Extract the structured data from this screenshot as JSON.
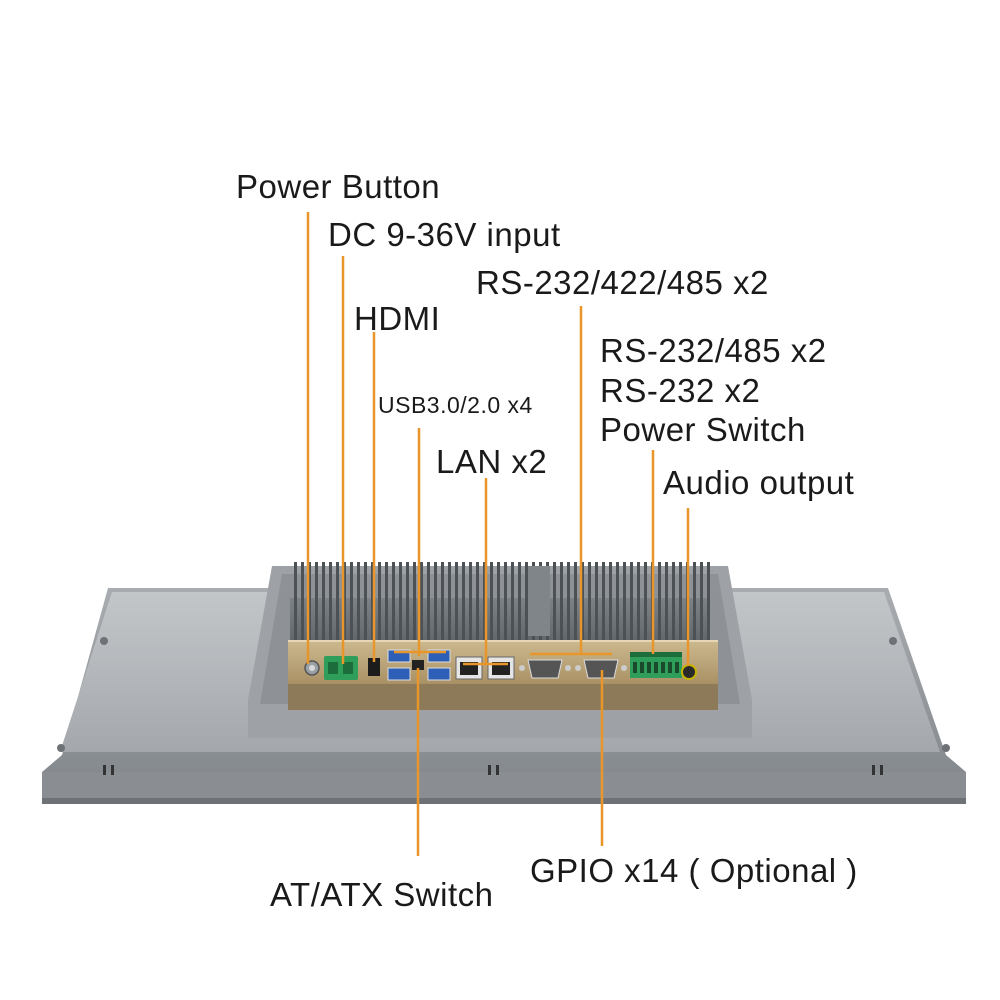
{
  "labels": {
    "power_button": "Power Button",
    "dc_input": "DC 9-36V input",
    "hdmi": "HDMI",
    "usb": "USB3.0/2.0 x4",
    "lan": "LAN x2",
    "rs232_422_485": "RS-232/422/485 x2",
    "rs232_485": "RS-232/485 x2",
    "rs232": "RS-232 x2",
    "power_switch": "Power Switch",
    "audio_output": "Audio output",
    "at_atx_switch": "AT/ATX Switch",
    "gpio": "GPIO x14 ( Optional )"
  },
  "colors": {
    "leader_line": "#e8962a",
    "panel_frame": "#8d9196",
    "panel_face": "#b4b8bc",
    "heatsink": "#6f7479",
    "io_plate": "#b9a37c",
    "terminal_green": "#2f9e5a"
  }
}
